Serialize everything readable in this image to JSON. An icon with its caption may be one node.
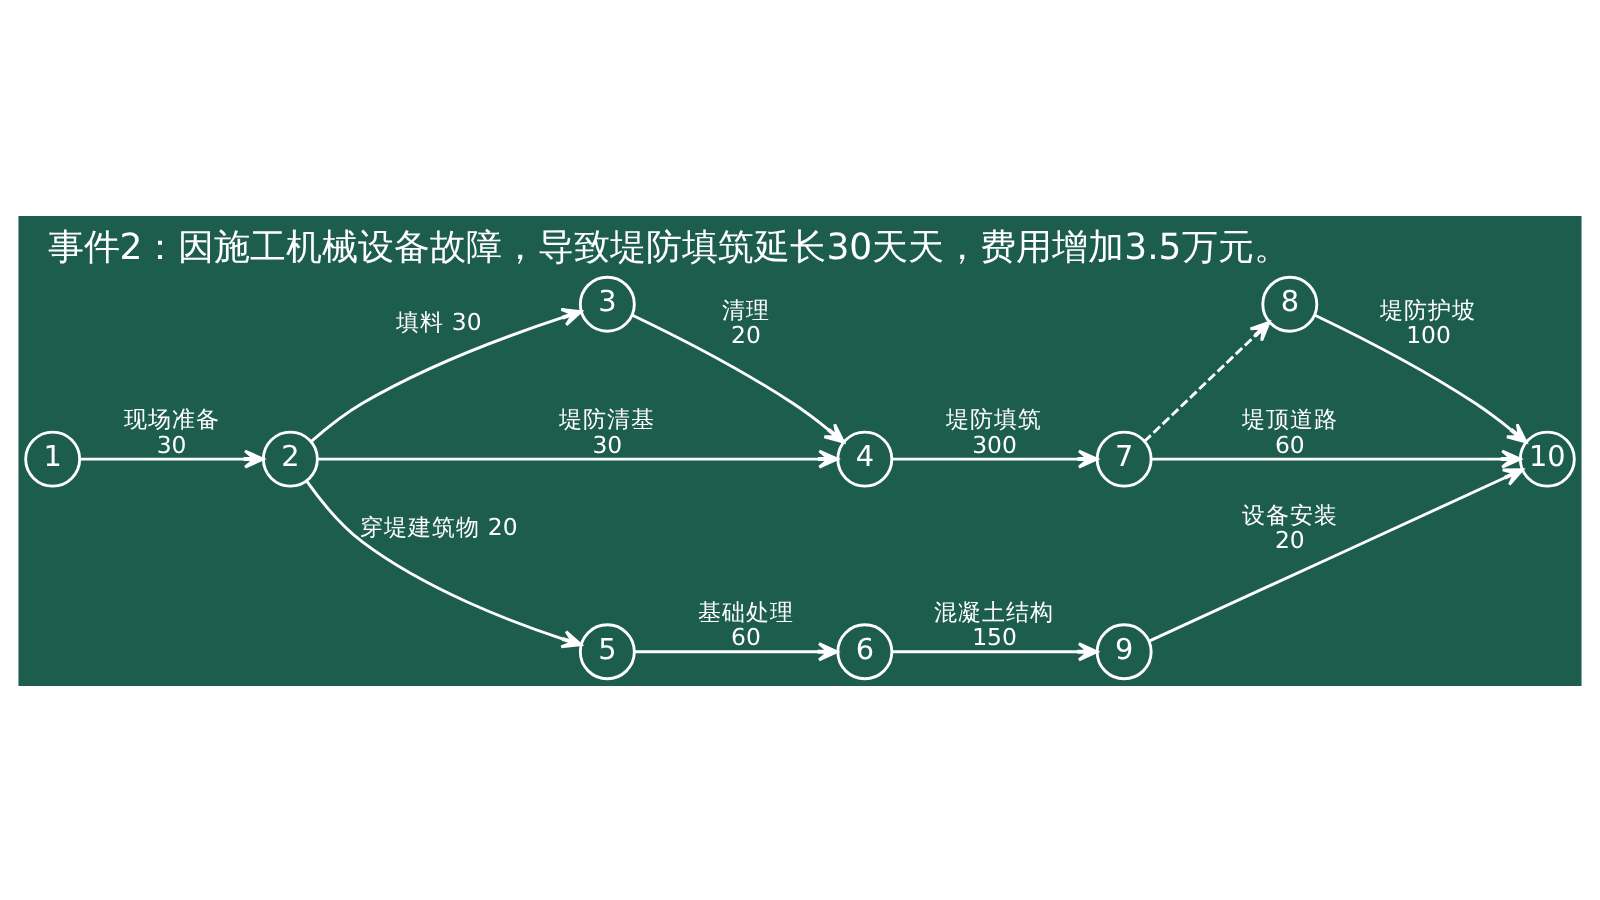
{
  "diagram": {
    "title": "事件2：因施工机械设备故障，导致堤防填筑延长30天天，费用增加3.5万元。",
    "nodes": [
      {
        "text": [
          "1"
        ]
      },
      {
        "text": [
          "2"
        ]
      },
      {
        "text": [
          "3"
        ]
      },
      {
        "text": [
          "4"
        ]
      },
      {
        "text": [
          "5"
        ]
      },
      {
        "text": [
          "6"
        ]
      },
      {
        "text": [
          "7"
        ]
      },
      {
        "text": [
          "8"
        ]
      },
      {
        "text": [
          "9"
        ]
      },
      {
        "text": [
          "10"
        ]
      }
    ],
    "edges": [
      {
        "from": 0,
        "to": 1,
        "arrow": "to",
        "label": "现场准备 30"
      },
      {
        "from": 1,
        "to": 2,
        "arrow": "to",
        "label": "填料 30"
      },
      {
        "from": 1,
        "to": 3,
        "arrow": "to",
        "label": "堤防清基 30"
      },
      {
        "from": 1,
        "to": 4,
        "arrow": "to",
        "label": "穿堤建筑物 20"
      },
      {
        "from": 2,
        "to": 3,
        "arrow": "to",
        "label": "清理 20"
      },
      {
        "from": 3,
        "to": 6,
        "arrow": "to",
        "label": "堤防填筑 300"
      },
      {
        "from": 4,
        "to": 5,
        "arrow": "to",
        "label": "基础处理 60"
      },
      {
        "from": 5,
        "to": 8,
        "arrow": "to",
        "label": "混凝土结构 150"
      },
      {
        "from": 6,
        "to": 7,
        "arrow": "to",
        "style": "dashed"
      },
      {
        "from": 6,
        "to": 9,
        "arrow": "to",
        "label": "堤顶道路 60"
      },
      {
        "from": 7,
        "to": 9,
        "arrow": "to",
        "label": "堤防护坡 100"
      },
      {
        "from": 8,
        "to": 9,
        "arrow": "to",
        "label": "设备安装 20"
      }
    ]
  }
}
